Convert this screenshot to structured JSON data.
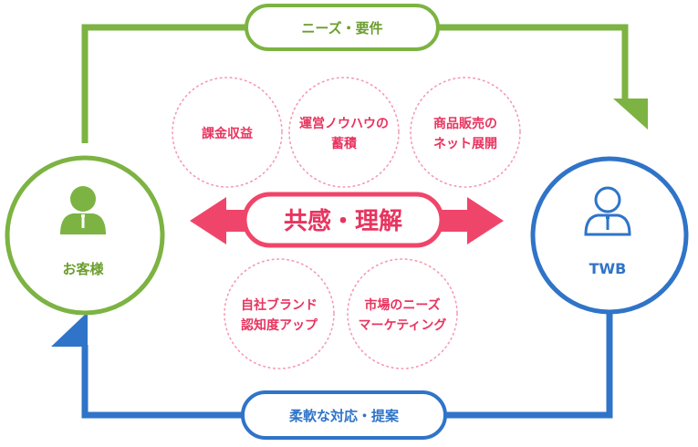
{
  "colors": {
    "green": "#7cb342",
    "green_dark": "#6b9e2e",
    "blue": "#2f74c8",
    "pink": "#f0456a",
    "pink_text": "#e8345f",
    "pink_dot": "#f59ab0",
    "white": "#ffffff"
  },
  "top_label": "ニーズ・要件",
  "bottom_label": "柔軟な対応・提案",
  "customer": {
    "label": "お客様",
    "icon": "person-icon"
  },
  "twb": {
    "label": "TWB",
    "icon": "person-outline-icon"
  },
  "center": {
    "label": "共感・理解"
  },
  "bubbles_top": [
    {
      "lines": [
        "課金収益"
      ]
    },
    {
      "lines": [
        "運営ノウハウの",
        "蓄積"
      ]
    },
    {
      "lines": [
        "商品販売の",
        "ネット展開"
      ]
    }
  ],
  "bubbles_bottom": [
    {
      "lines": [
        "自社ブランド",
        "認知度アップ"
      ]
    },
    {
      "lines": [
        "市場のニーズ",
        "マーケティング"
      ]
    }
  ]
}
